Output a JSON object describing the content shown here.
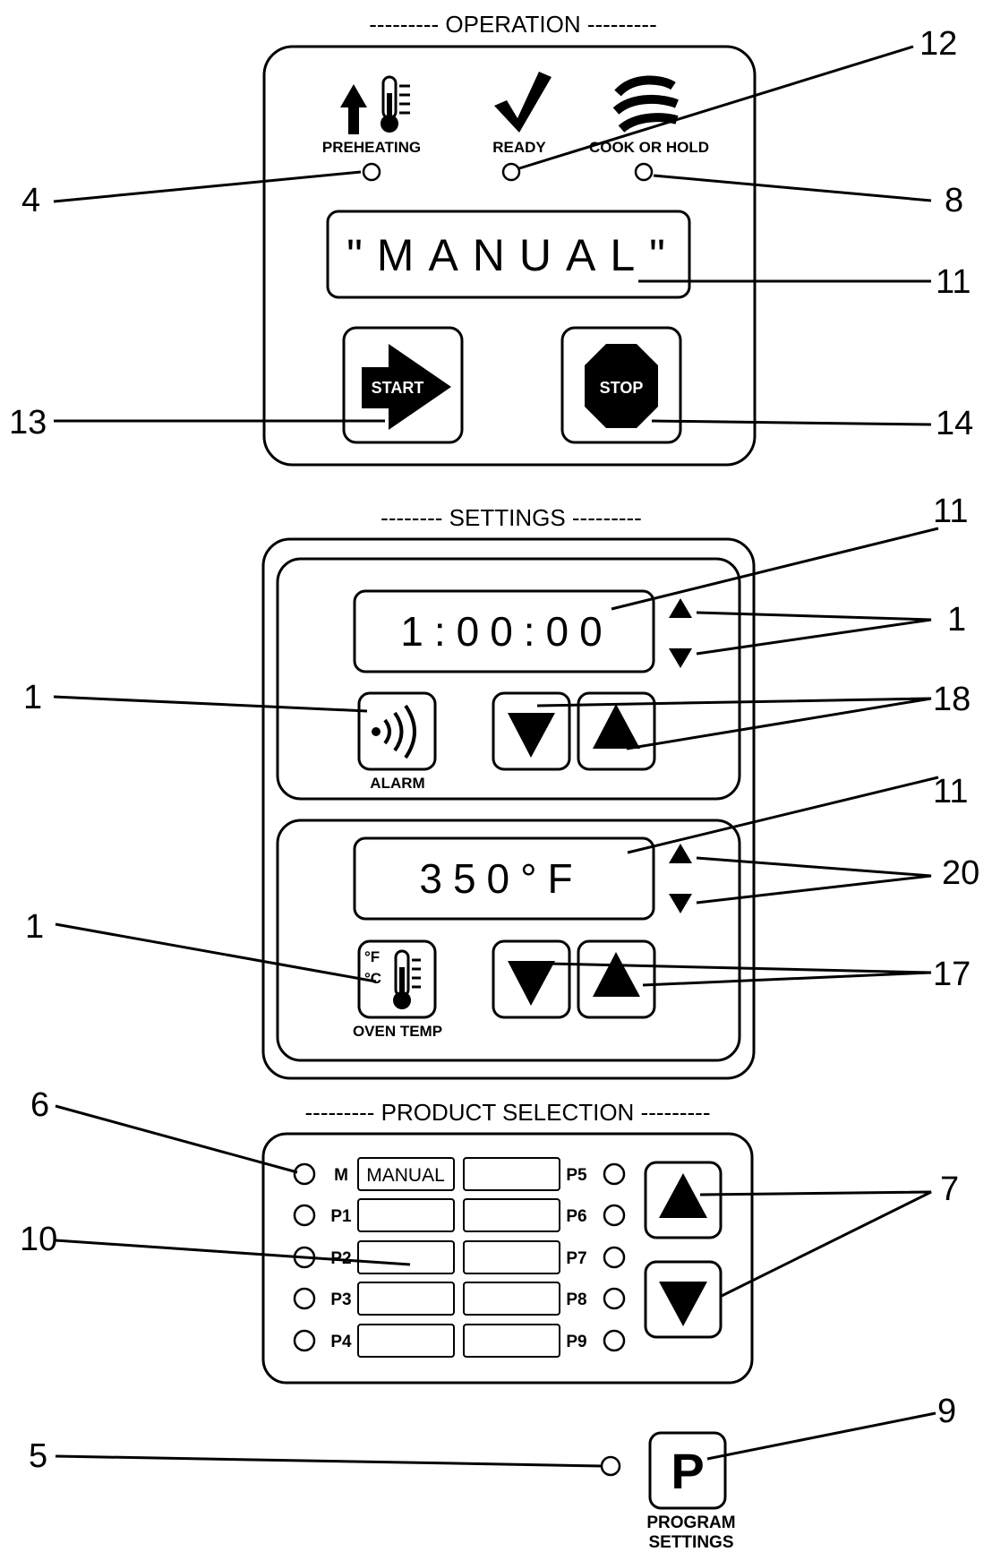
{
  "operation": {
    "title": "--------- OPERATION ---------",
    "preheating_label": "PREHEATING",
    "ready_label": "READY",
    "cook_hold_label": "COOK OR HOLD",
    "display_text": "\"MANUAL\"",
    "start_label": "START",
    "stop_label": "STOP"
  },
  "settings": {
    "title": "-------- SETTINGS ---------",
    "timer_display": "1:00:00",
    "alarm_label": "ALARM",
    "temp_display": "350°F",
    "oven_temp_label": "OVEN TEMP",
    "unit_f": "°F",
    "unit_c": "°C"
  },
  "product_selection": {
    "title": "--------- PRODUCT SELECTION ---------",
    "left_rows": [
      {
        "code": "M",
        "slot": "MANUAL"
      },
      {
        "code": "P1",
        "slot": ""
      },
      {
        "code": "P2",
        "slot": ""
      },
      {
        "code": "P3",
        "slot": ""
      },
      {
        "code": "P4",
        "slot": ""
      }
    ],
    "right_rows": [
      {
        "code": "P5",
        "slot": ""
      },
      {
        "code": "P6",
        "slot": ""
      },
      {
        "code": "P7",
        "slot": ""
      },
      {
        "code": "P8",
        "slot": ""
      },
      {
        "code": "P9",
        "slot": ""
      }
    ]
  },
  "program": {
    "button_glyph": "P",
    "label_line1": "PROGRAM",
    "label_line2": "SETTINGS"
  },
  "callouts": {
    "c4": "4",
    "c12": "12",
    "c8": "8",
    "c11a": "11",
    "c13": "13",
    "c14": "14",
    "c11b": "11",
    "c1a": "1",
    "c1b": "1",
    "c18": "18",
    "c11c": "11",
    "c20": "20",
    "c1c": "1",
    "c17": "17",
    "c6": "6",
    "c10": "10",
    "c7": "7",
    "c5": "5",
    "c9": "9"
  }
}
